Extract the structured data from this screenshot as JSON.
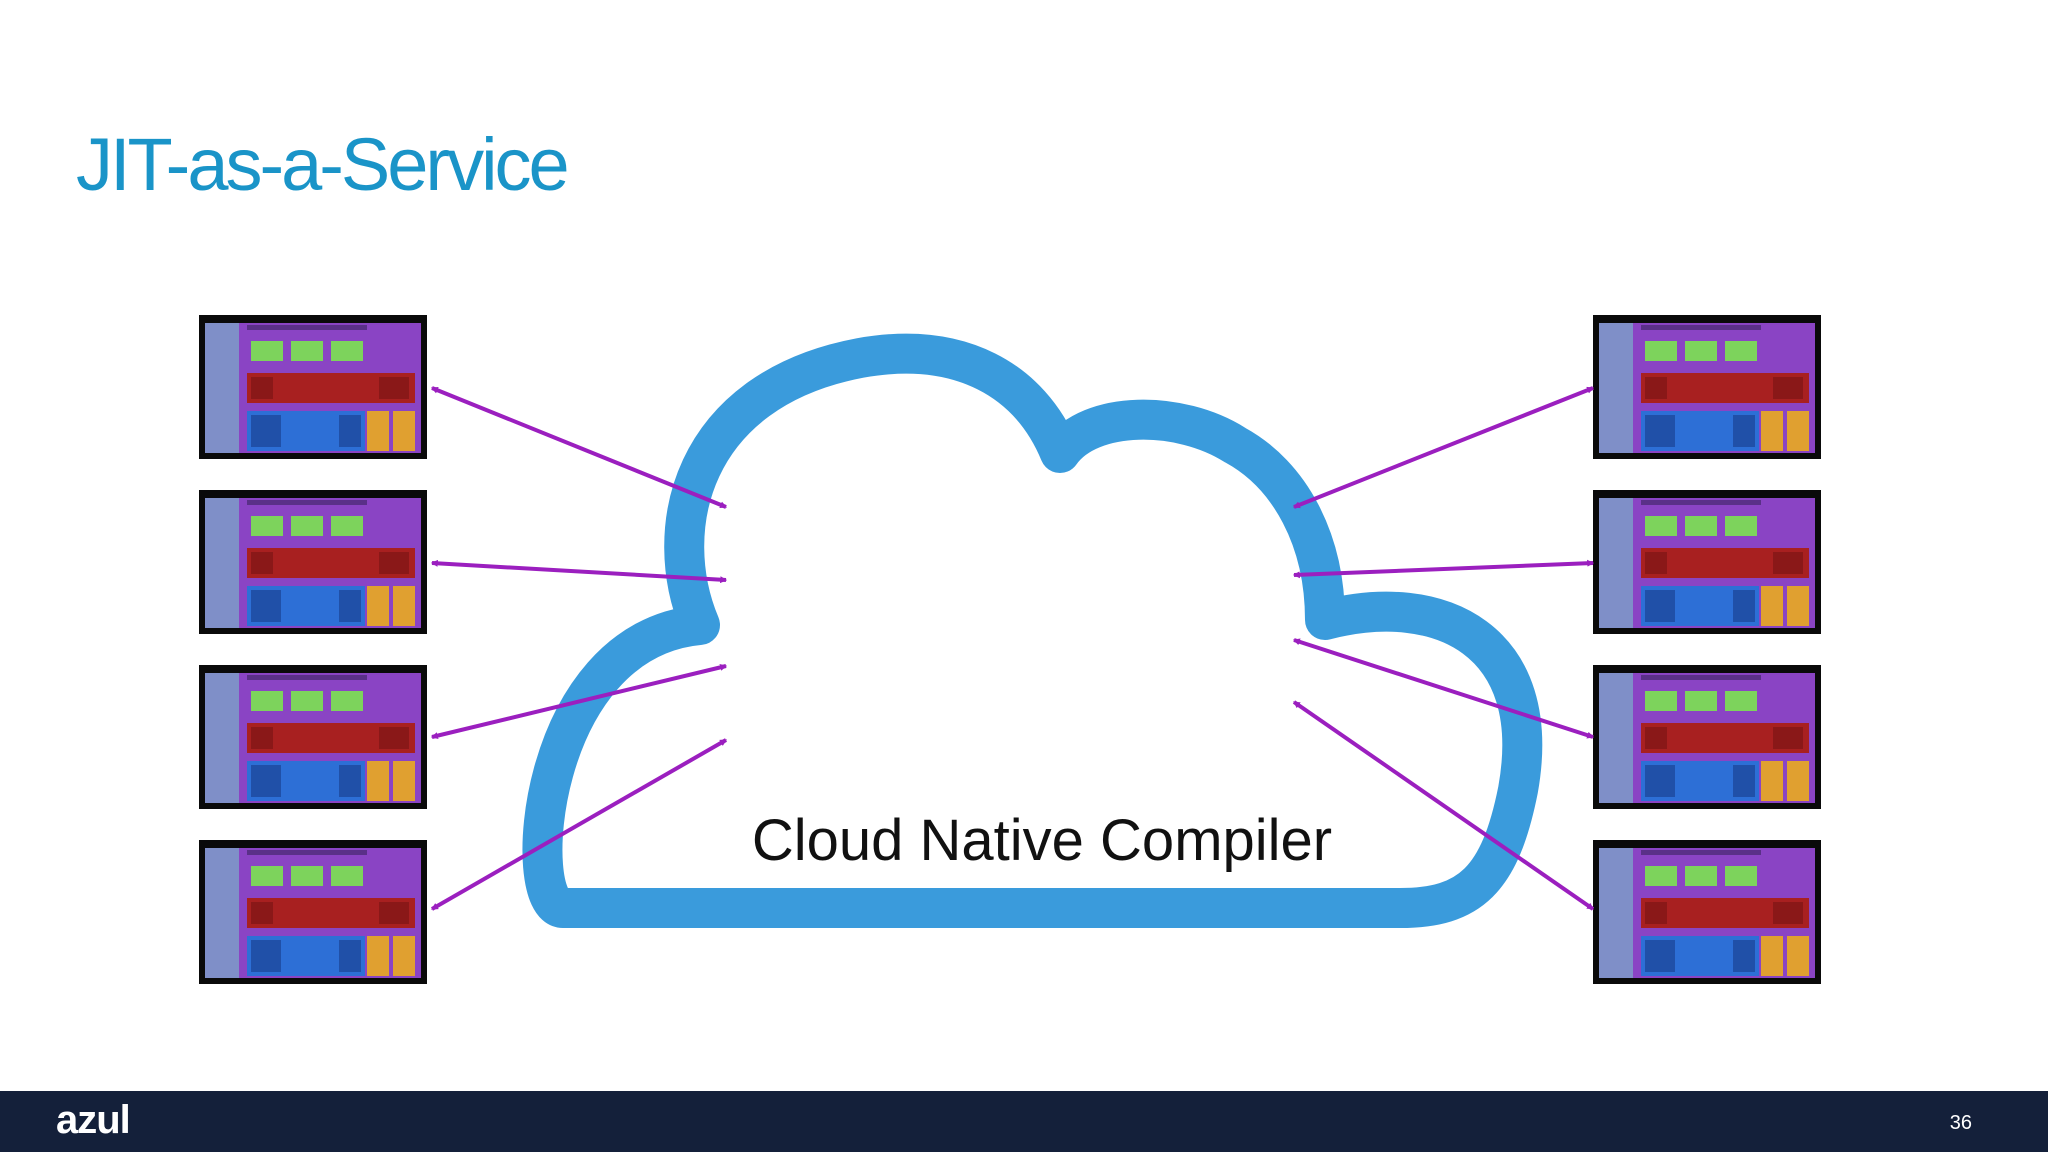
{
  "slide": {
    "title": "JIT-as-a-Service",
    "page_number": "36"
  },
  "diagram": {
    "cloud_label": "Cloud Native Compiler",
    "cloud_color": "#3a9bdc",
    "arrow_color": "#9b1fbf",
    "client_thumbnail_count_left": 4,
    "client_thumbnail_count_right": 4,
    "client_thumbnail_description": "JVM architecture diagram thumbnail"
  },
  "footer": {
    "logo_text": "azul",
    "background_color": "#14203a"
  },
  "colors": {
    "title": "#1a94c8",
    "thumbnail_purple": "#8e44c4",
    "thumbnail_green": "#7dd35c",
    "thumbnail_red": "#a82020",
    "thumbnail_blue": "#2d6fd6",
    "thumbnail_orange": "#e0a030"
  }
}
